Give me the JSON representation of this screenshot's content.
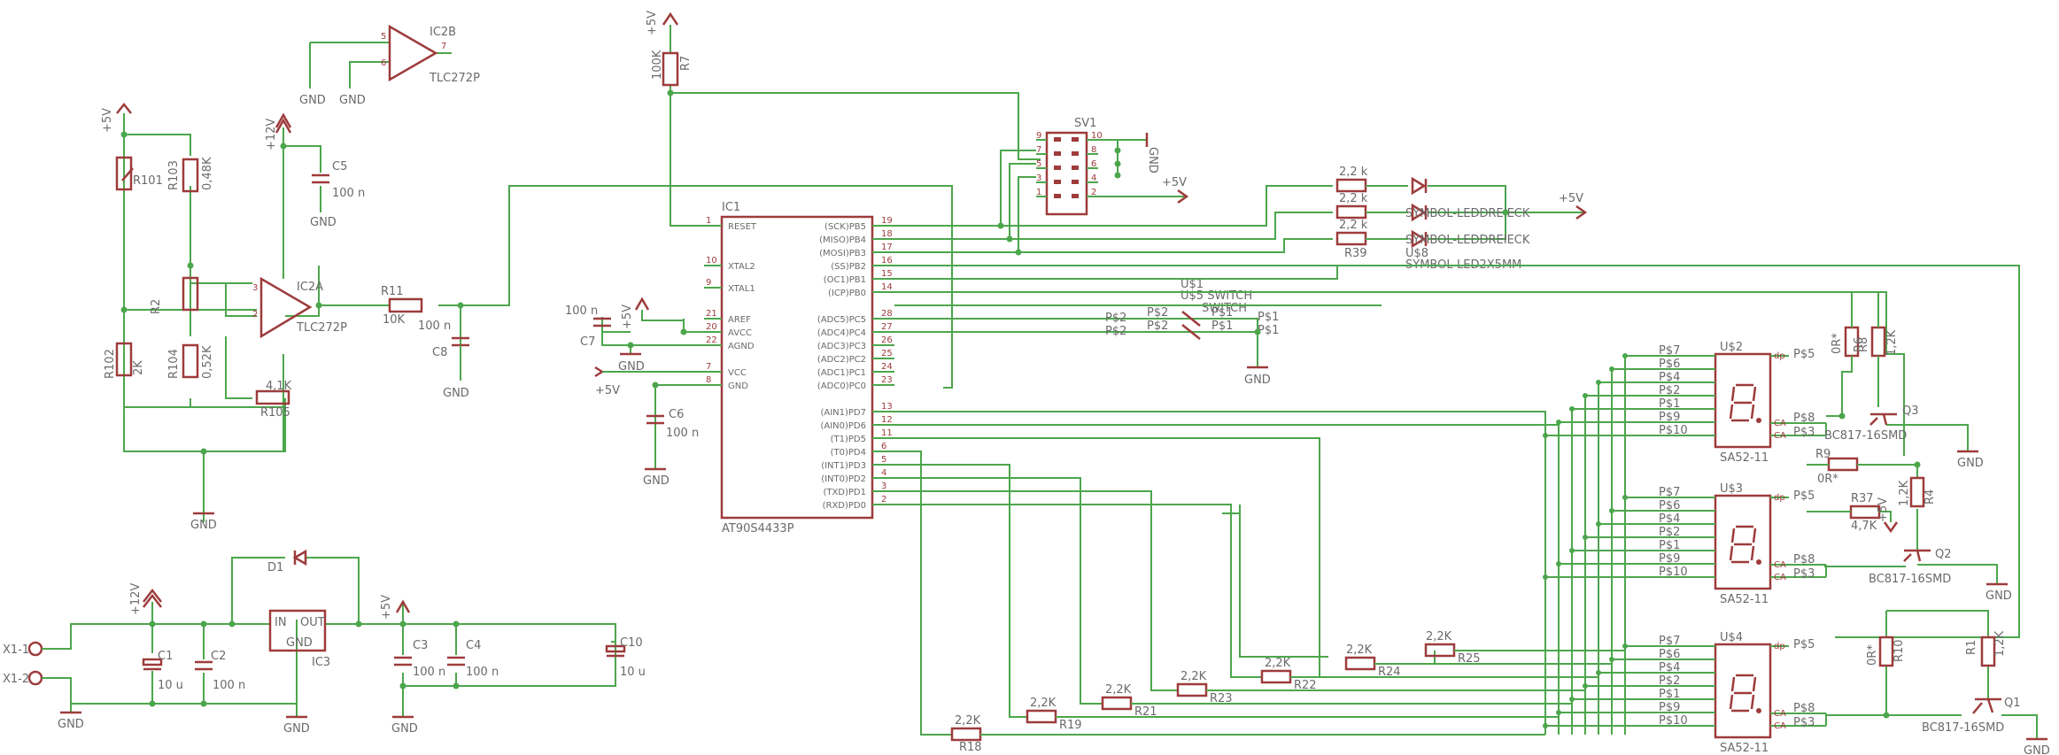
{
  "power": {
    "p5v": "+5V",
    "p12v": "+12V",
    "gnd": "GND"
  },
  "parts": {
    "ic2b": "IC2B",
    "ic2b_val": "TLC272P",
    "ic2a": "IC2A",
    "ic2a_val": "TLC272P",
    "r101": "R101",
    "r103": "R103",
    "r103_val": "0,48K",
    "r102": "R102",
    "r102_val": "2K",
    "r104": "R104",
    "r104_val": "0,52K",
    "r105": "R105",
    "r105_val": "4,1K",
    "r2": "R2",
    "c5": "C5",
    "c5_val": "100 n",
    "r11": "R11",
    "r11_val": "10K",
    "c8": "C8",
    "c8_val": "100 n",
    "r7": "R7",
    "r7_val": "100K",
    "ic1": "IC1",
    "ic1_val": "AT90S4433P",
    "c7": "C7",
    "c7_val": "100 n",
    "c6": "C6",
    "c6_val": "100 n",
    "sv1": "SV1",
    "led_r1": "2,2 k",
    "led_r2": "2,2 k",
    "led_r3": "2,2 k",
    "r39": "R39",
    "led_sym1": "SYMBOL-LEDDREIECK",
    "led_sym2": "SYMBOL-LEDDREIECK",
    "led_sym3": "SYMBOL-LED2X5MM",
    "us8": "U$8",
    "sw_a": "U$1",
    "sw_b": "U$5 SWITCH",
    "sw_c": "SWITCH",
    "u2": "U$2",
    "u3": "U$3",
    "u4": "U$4",
    "disp_val": "SA52-11",
    "r6": "R6",
    "r6_val": "0R*",
    "r8": "R8",
    "r8_val": "1,2K",
    "q3": "Q3",
    "q2": "Q2",
    "q1": "Q1",
    "q_val": "BC817-16SMD",
    "r9": "R9",
    "r9_val": "0R*",
    "r37": "R37",
    "r37_val": "4,7K",
    "r4": "R4",
    "r4_val": "1,2K",
    "r10": "R10",
    "r10_val": "0R*",
    "r1": "R1",
    "r1_val": "1,2K",
    "seg_res_val": "2,2K",
    "r18": "R18",
    "r19": "R19",
    "r21": "R21",
    "r23": "R23",
    "r22": "R22",
    "r24": "R24",
    "r25": "R25",
    "d1": "D1",
    "ic3": "IC3",
    "ic3_in": "IN",
    "ic3_out": "OUT",
    "ic3_gnd": "GND",
    "c1": "C1",
    "c1_val": "10 u",
    "c2": "C2",
    "c2_val": "100 n",
    "c3": "C3",
    "c3_val": "100 n",
    "c4": "C4",
    "c4_val": "100 n",
    "c10": "C10",
    "c10_val": "10 u",
    "x1_1": "X1-1",
    "x1_2": "X1-2"
  },
  "ic1_left_pins": [
    {
      "name": "RESET",
      "num": "1"
    },
    {
      "name": "XTAL2",
      "num": "10"
    },
    {
      "name": "XTAL1",
      "num": "9"
    },
    {
      "name": "AREF",
      "num": "21"
    },
    {
      "name": "AVCC",
      "num": "20"
    },
    {
      "name": "AGND",
      "num": "22"
    },
    {
      "name": "VCC",
      "num": "7"
    },
    {
      "name": "GND",
      "num": "8"
    }
  ],
  "ic1_right_pins": [
    {
      "name": "(SCK)PB5",
      "num": "19"
    },
    {
      "name": "(MISO)PB4",
      "num": "18"
    },
    {
      "name": "(MOSI)PB3",
      "num": "17"
    },
    {
      "name": "(SS)PB2",
      "num": "16"
    },
    {
      "name": "(OC1)PB1",
      "num": "15"
    },
    {
      "name": "(ICP)PB0",
      "num": "14"
    },
    {
      "name": "(ADC5)PC5",
      "num": "28"
    },
    {
      "name": "(ADC4)PC4",
      "num": "27"
    },
    {
      "name": "(ADC3)PC3",
      "num": "26"
    },
    {
      "name": "(ADC2)PC2",
      "num": "25"
    },
    {
      "name": "(ADC1)PC1",
      "num": "24"
    },
    {
      "name": "(ADC0)PC0",
      "num": "23"
    },
    {
      "name": "(AIN1)PD7",
      "num": "13"
    },
    {
      "name": "(AIN0)PD6",
      "num": "12"
    },
    {
      "name": "(T1)PD5",
      "num": "11"
    },
    {
      "name": "(T0)PD4",
      "num": "6"
    },
    {
      "name": "(INT1)PD3",
      "num": "5"
    },
    {
      "name": "(INT0)PD2",
      "num": "4"
    },
    {
      "name": "(TXD)PD1",
      "num": "3"
    },
    {
      "name": "(RXD)PD0",
      "num": "2"
    }
  ],
  "sv1_pins": [
    {
      "l": "9",
      "r": "10"
    },
    {
      "l": "7",
      "r": "8"
    },
    {
      "l": "5",
      "r": "6"
    },
    {
      "l": "3",
      "r": "4"
    },
    {
      "l": "1",
      "r": "2"
    }
  ],
  "display_pins": [
    "P$7",
    "P$6",
    "P$4",
    "P$2",
    "P$1",
    "P$9",
    "P$10"
  ],
  "display_right": {
    "dp": "dp",
    "ca": "CA",
    "p5": "P$5",
    "p8": "P$8",
    "p3": "P$3"
  },
  "sw_pins": {
    "p2": "P$2",
    "p1": "P$1"
  }
}
